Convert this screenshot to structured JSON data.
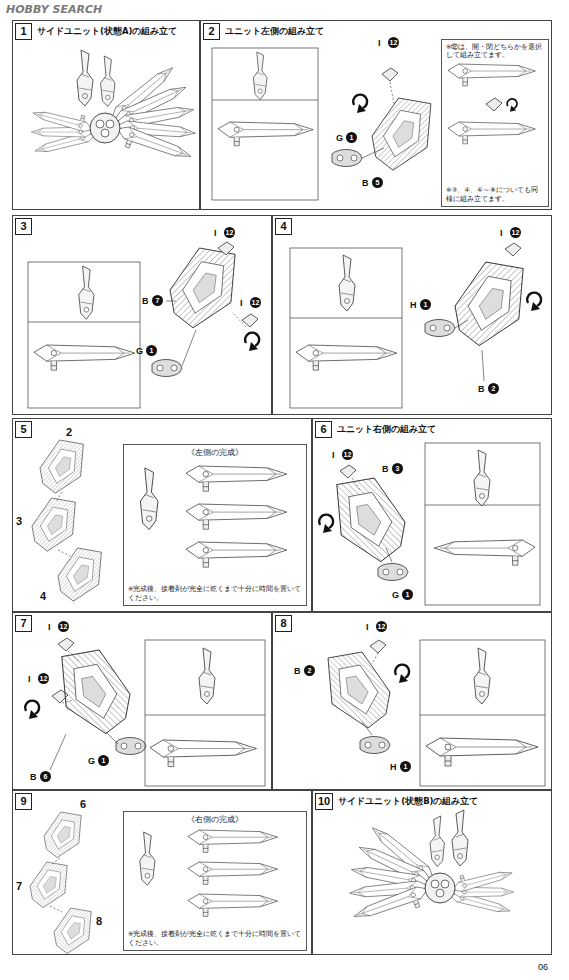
{
  "diagram": {
    "nodes": [
      {
        "text": [
          "1",
          "サイドユニット(状態A)の組み立て"
        ]
      },
      {
        "text": [
          "2",
          "ユニット左側の組み立て"
        ]
      },
      {
        "text": [
          "※⑫は、開・閉どちらかを選択して組み立てます。",
          "※③、④、⑥～⑧についても同様に組み立てます。"
        ],
        "in": 1
      },
      {
        "text": [
          "3"
        ]
      },
      {
        "text": [
          "4"
        ]
      },
      {
        "text": [
          "5"
        ]
      },
      {
        "text": [
          "《左側の完成》",
          "※完成後、接着剤が完全に乾くまで十分に時間を置いてください。"
        ],
        "in": 5
      },
      {
        "text": [
          "6",
          "ユニット右側の組み立て"
        ]
      },
      {
        "text": [
          "7"
        ]
      },
      {
        "text": [
          "8"
        ]
      },
      {
        "text": [
          "9"
        ]
      },
      {
        "text": [
          "《右側の完成》",
          "※完成後、接着剤が完全に乾くまで十分に時間を置いてください。"
        ],
        "in": 10
      },
      {
        "text": [
          "10",
          "サイドユニット(状態B)の組み立て"
        ]
      }
    ],
    "labels": [
      "HOBBY SEARCH",
      "I",
      "12",
      "G",
      "1",
      "B",
      "5",
      "I",
      "12",
      "B",
      "7",
      "I",
      "12",
      "G",
      "1",
      "I",
      "12",
      "H",
      "1",
      "B",
      "2",
      "2",
      "3",
      "4",
      "I",
      "12",
      "B",
      "3",
      "G",
      "1",
      "I",
      "12",
      "I",
      "12",
      "G",
      "1",
      "B",
      "6",
      "I",
      "12",
      "B",
      "2",
      "H",
      "1",
      "6",
      "7",
      "8",
      "06"
    ]
  }
}
